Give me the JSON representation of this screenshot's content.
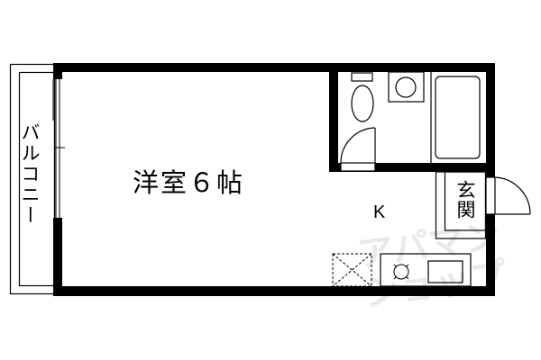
{
  "floor_plan": {
    "rooms": {
      "western_room": {
        "label": "洋室６帖"
      },
      "kitchen": {
        "label": "K"
      },
      "balcony": {
        "label": "バルコニー"
      },
      "entrance": {
        "label": "玄関"
      }
    },
    "fixtures": [
      "toilet",
      "washbasin",
      "bathtub",
      "sink",
      "stove",
      "refrigerator-space"
    ],
    "watermark": {
      "line1": "アパマン",
      "line2": "ショップ"
    },
    "colors": {
      "wall": "#000000",
      "background": "#ffffff",
      "watermark": "#e2e2e2"
    }
  }
}
